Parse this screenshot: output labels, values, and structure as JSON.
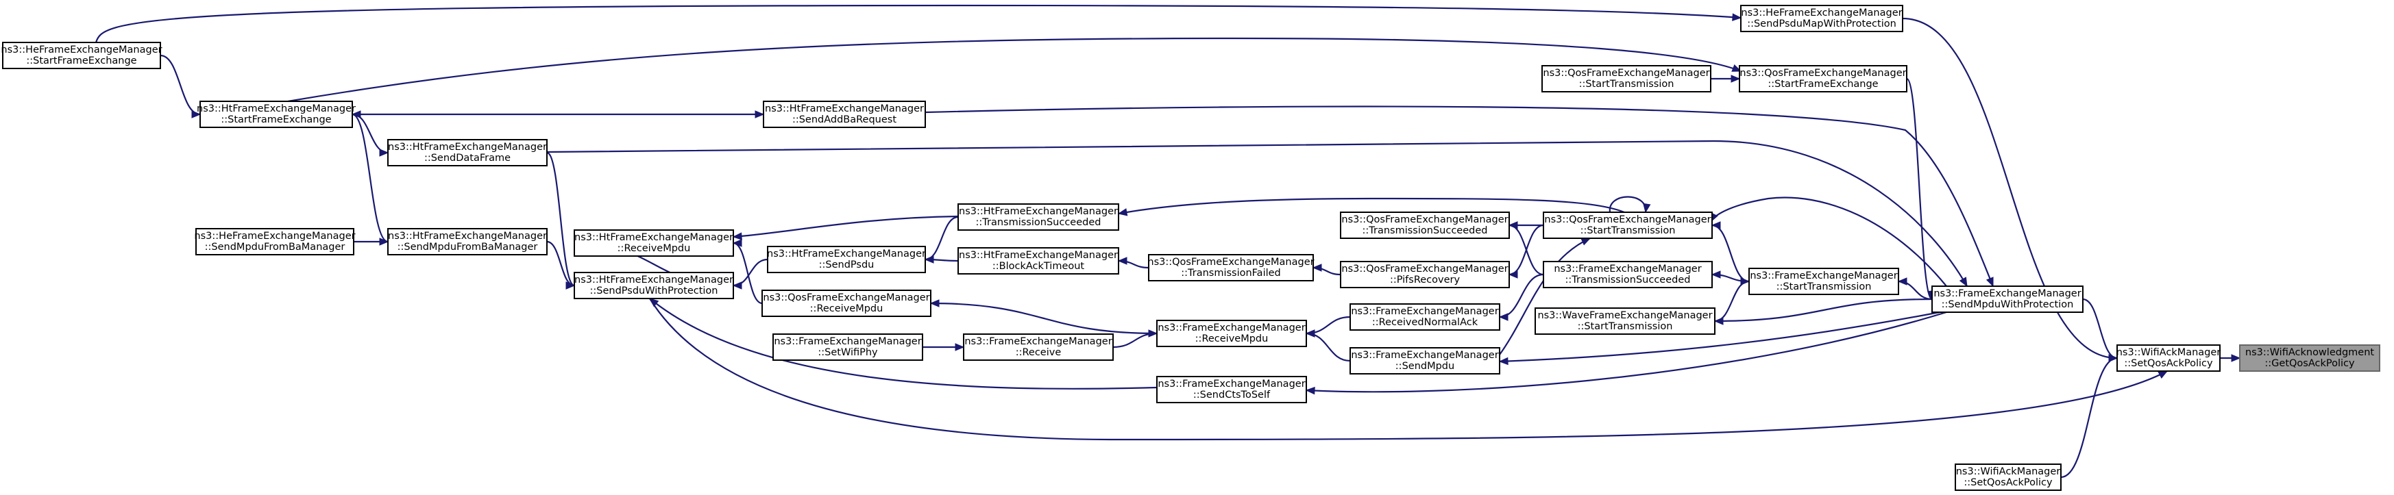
{
  "colors": {
    "edge": "#191970",
    "focus_fill": "#999999",
    "node_fill": "#ffffff",
    "node_border": "#000000"
  },
  "nodes": [
    {
      "id": "n1",
      "line1": "ns3::WifiAcknowledgment",
      "line2": "::GetQosAckPolicy",
      "focus": true
    },
    {
      "id": "n2",
      "line1": "ns3::WifiAckManager",
      "line2": "::SetQosAckPolicy"
    },
    {
      "id": "n3",
      "line1": "ns3::FrameExchangeManager",
      "line2": "::SendMpduWithProtection"
    },
    {
      "id": "n4",
      "line1": "ns3::WifiAckManager",
      "line2": "::SetQosAckPolicy"
    },
    {
      "id": "n5",
      "line1": "ns3::HeFrameExchangeManager",
      "line2": "::SendPsduMapWithProtection"
    },
    {
      "id": "n6",
      "line1": "ns3::HeFrameExchangeManager",
      "line2": "::StartFrameExchange"
    },
    {
      "id": "n7",
      "line1": "ns3::QosFrameExchangeManager",
      "line2": "::StartFrameExchange"
    },
    {
      "id": "n8",
      "line1": "ns3::QosFrameExchangeManager",
      "line2": "::StartTransmission"
    },
    {
      "id": "n9",
      "line1": "ns3::HtFrameExchangeManager",
      "line2": "::StartFrameExchange"
    },
    {
      "id": "n10",
      "line1": "ns3::HtFrameExchangeManager",
      "line2": "::SendAddBaRequest"
    },
    {
      "id": "n11",
      "line1": "ns3::HtFrameExchangeManager",
      "line2": "::SendDataFrame"
    },
    {
      "id": "n12",
      "line1": "ns3::HeFrameExchangeManager",
      "line2": "::SendMpduFromBaManager"
    },
    {
      "id": "n13",
      "line1": "ns3::HtFrameExchangeManager",
      "line2": "::SendMpduFromBaManager"
    },
    {
      "id": "n14",
      "line1": "ns3::HtFrameExchangeManager",
      "line2": "::ReceiveMpdu"
    },
    {
      "id": "n15",
      "line1": "ns3::HtFrameExchangeManager",
      "line2": "::SendPsduWithProtection"
    },
    {
      "id": "n16",
      "line1": "ns3::HtFrameExchangeManager",
      "line2": "::TransmissionSucceeded"
    },
    {
      "id": "n17",
      "line1": "ns3::HtFrameExchangeManager",
      "line2": "::SendPsdu"
    },
    {
      "id": "n18",
      "line1": "ns3::HtFrameExchangeManager",
      "line2": "::BlockAckTimeout"
    },
    {
      "id": "n19",
      "line1": "ns3::QosFrameExchangeManager",
      "line2": "::ReceiveMpdu"
    },
    {
      "id": "n20",
      "line1": "ns3::FrameExchangeManager",
      "line2": "::SetWifiPhy"
    },
    {
      "id": "n21",
      "line1": "ns3::FrameExchangeManager",
      "line2": "::Receive"
    },
    {
      "id": "n22",
      "line1": "ns3::QosFrameExchangeManager",
      "line2": "::TransmissionFailed"
    },
    {
      "id": "n23",
      "line1": "ns3::FrameExchangeManager",
      "line2": "::ReceiveMpdu"
    },
    {
      "id": "n24",
      "line1": "ns3::FrameExchangeManager",
      "line2": "::SendCtsToSelf"
    },
    {
      "id": "n25",
      "line1": "ns3::QosFrameExchangeManager",
      "line2": "::TransmissionSucceeded"
    },
    {
      "id": "n26",
      "line1": "ns3::QosFrameExchangeManager",
      "line2": "::PifsRecovery"
    },
    {
      "id": "n27",
      "line1": "ns3::FrameExchangeManager",
      "line2": "::ReceivedNormalAck"
    },
    {
      "id": "n28",
      "line1": "ns3::FrameExchangeManager",
      "line2": "::SendMpdu"
    },
    {
      "id": "n29",
      "line1": "ns3::QosFrameExchangeManager",
      "line2": "::StartTransmission"
    },
    {
      "id": "n30",
      "line1": "ns3::FrameExchangeManager",
      "line2": "::TransmissionSucceeded"
    },
    {
      "id": "n31",
      "line1": "ns3::WaveFrameExchangeManager",
      "line2": "::StartTransmission"
    },
    {
      "id": "n32",
      "line1": "ns3::FrameExchangeManager",
      "line2": "::StartTransmission"
    }
  ],
  "edges": [
    {
      "from": "n2",
      "to": "n1"
    },
    {
      "from": "n3",
      "to": "n2"
    },
    {
      "from": "n4",
      "to": "n2"
    },
    {
      "from": "n5",
      "to": "n2"
    },
    {
      "from": "n15",
      "to": "n2"
    },
    {
      "from": "n6",
      "to": "n5"
    },
    {
      "from": "n7",
      "to": "n3"
    },
    {
      "from": "n8",
      "to": "n7"
    },
    {
      "from": "n9",
      "to": "n7"
    },
    {
      "from": "n6",
      "to": "n9"
    },
    {
      "from": "n10",
      "to": "n3"
    },
    {
      "from": "n9",
      "to": "n10"
    },
    {
      "from": "n11",
      "to": "n3"
    },
    {
      "from": "n9",
      "to": "n11"
    },
    {
      "from": "n13",
      "to": "n9"
    },
    {
      "from": "n12",
      "to": "n13"
    },
    {
      "from": "n13",
      "to": "n15"
    },
    {
      "from": "n11",
      "to": "n15"
    },
    {
      "from": "n14",
      "to": "n15"
    },
    {
      "from": "n17",
      "to": "n15"
    },
    {
      "from": "n16",
      "to": "n14"
    },
    {
      "from": "n16",
      "to": "n17"
    },
    {
      "from": "n18",
      "to": "n17"
    },
    {
      "from": "n22",
      "to": "n18"
    },
    {
      "from": "n23",
      "to": "n19"
    },
    {
      "from": "n19",
      "to": "n14"
    },
    {
      "from": "n21",
      "to": "n23"
    },
    {
      "from": "n20",
      "to": "n21"
    },
    {
      "from": "n24",
      "to": "n15"
    },
    {
      "from": "n3",
      "to": "n24"
    },
    {
      "from": "n3",
      "to": "n28"
    },
    {
      "from": "n28",
      "to": "n23"
    },
    {
      "from": "n27",
      "to": "n23"
    },
    {
      "from": "n30",
      "to": "n27"
    },
    {
      "from": "n29",
      "to": "n16"
    },
    {
      "from": "n29",
      "to": "n25"
    },
    {
      "from": "n29",
      "to": "n26"
    },
    {
      "from": "n26",
      "to": "n22"
    },
    {
      "from": "n30",
      "to": "n25"
    },
    {
      "from": "n29",
      "to": "n29"
    },
    {
      "from": "n28",
      "to": "n29"
    },
    {
      "from": "n32",
      "to": "n29"
    },
    {
      "from": "n32",
      "to": "n30"
    },
    {
      "from": "n31",
      "to": "n32"
    },
    {
      "from": "n3",
      "to": "n32"
    },
    {
      "from": "n3",
      "to": "n31"
    },
    {
      "from": "n3",
      "to": "n29"
    }
  ]
}
